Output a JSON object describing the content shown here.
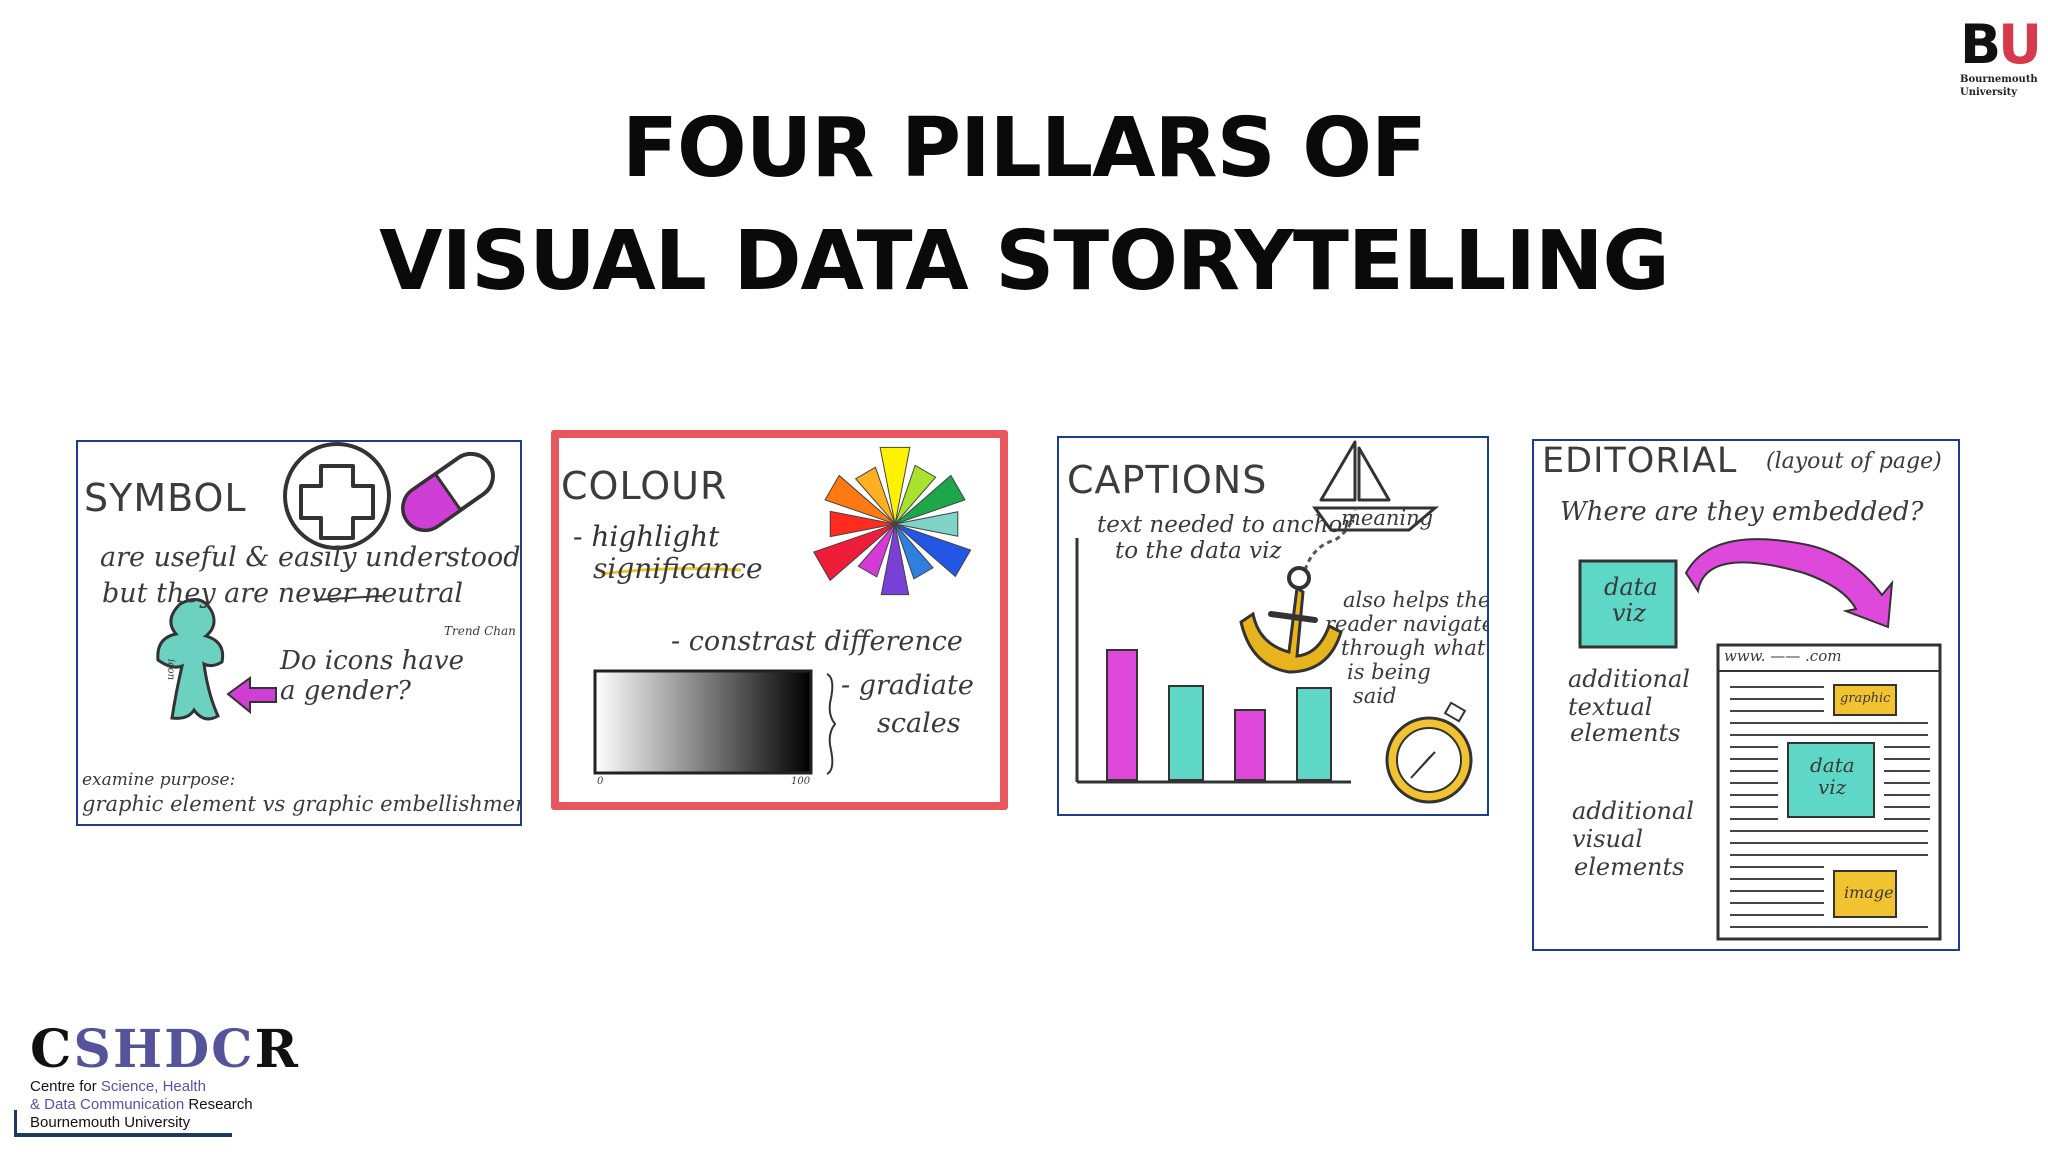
{
  "slide": {
    "title_line1": "FOUR PILLARS OF",
    "title_line2": "VISUAL DATA STORYTELLING"
  },
  "bu_logo": {
    "mark_b": "B",
    "mark_u": "U",
    "line1": "Bournemouth",
    "line2": "University",
    "accent": "#d63a4d"
  },
  "panels": {
    "symbol": {
      "heading": "SYMBOL",
      "line1": "are useful & easily understood",
      "line2": "but they are never neutral",
      "credit": "Trend Chan",
      "question1": "Do icons have",
      "question2": "a gender?",
      "figure_label": "icon",
      "purpose1": "examine purpose:",
      "purpose2": "graphic element vs graphic embellishment",
      "icons": [
        "first-aid-cross-icon",
        "pill-icon",
        "person-figure-icon",
        "left-arrow-icon"
      ]
    },
    "colour": {
      "heading": "COLOUR",
      "note1": "- highlight",
      "note2": "significance",
      "note3": "- constrast difference",
      "note4": "- gradiate",
      "note5": "scales",
      "scale_min": "0",
      "scale_max": "100",
      "border_color": "#e8575e",
      "icons": [
        "colour-wheel-icon",
        "gradient-bar-icon"
      ]
    },
    "captions": {
      "heading": "CAPTIONS",
      "line1": "text needed to anchor",
      "line2": "meaning",
      "line3": "to the data viz",
      "help1": "also helps the",
      "help2": "reader navigate",
      "help3": "through what",
      "help4": "is being",
      "help5": "said",
      "icons": [
        "sailboat-icon",
        "anchor-icon",
        "compass-icon",
        "bar-chart-icon"
      ]
    },
    "editorial": {
      "heading": "EDITORIAL",
      "subheading": "(layout of page)",
      "question": "Where are they embedded?",
      "box_data1": "data",
      "box_data2": "viz",
      "textual1": "additional",
      "textual2": "textual",
      "textual3": "elements",
      "visual1": "additional",
      "visual2": "visual",
      "visual3": "elements",
      "url": "www. —— .com",
      "graphic_label": "graphic",
      "inner_data1": "data",
      "inner_data2": "viz",
      "image_label": "image",
      "icons": [
        "curved-arrow-icon",
        "webpage-icon"
      ]
    }
  },
  "cshdcr": {
    "logo_c": "C",
    "logo_mid": "SHDC",
    "logo_r": "R",
    "line1_a": "Centre for ",
    "line1_b": "Science, Health",
    "line2_a": "& Data Communication",
    "line2_b": " Research",
    "line3": "Bournemouth University",
    "accent": "#55549b"
  }
}
